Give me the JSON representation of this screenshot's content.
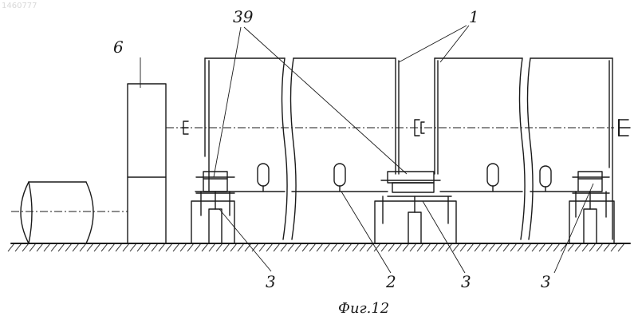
{
  "stamp": "1460777",
  "labels": {
    "l6": "6",
    "l39": "39",
    "l1": "1",
    "l3a": "3",
    "l2": "2",
    "l3b": "3",
    "l3c": "3"
  },
  "caption": "Фиг.12"
}
